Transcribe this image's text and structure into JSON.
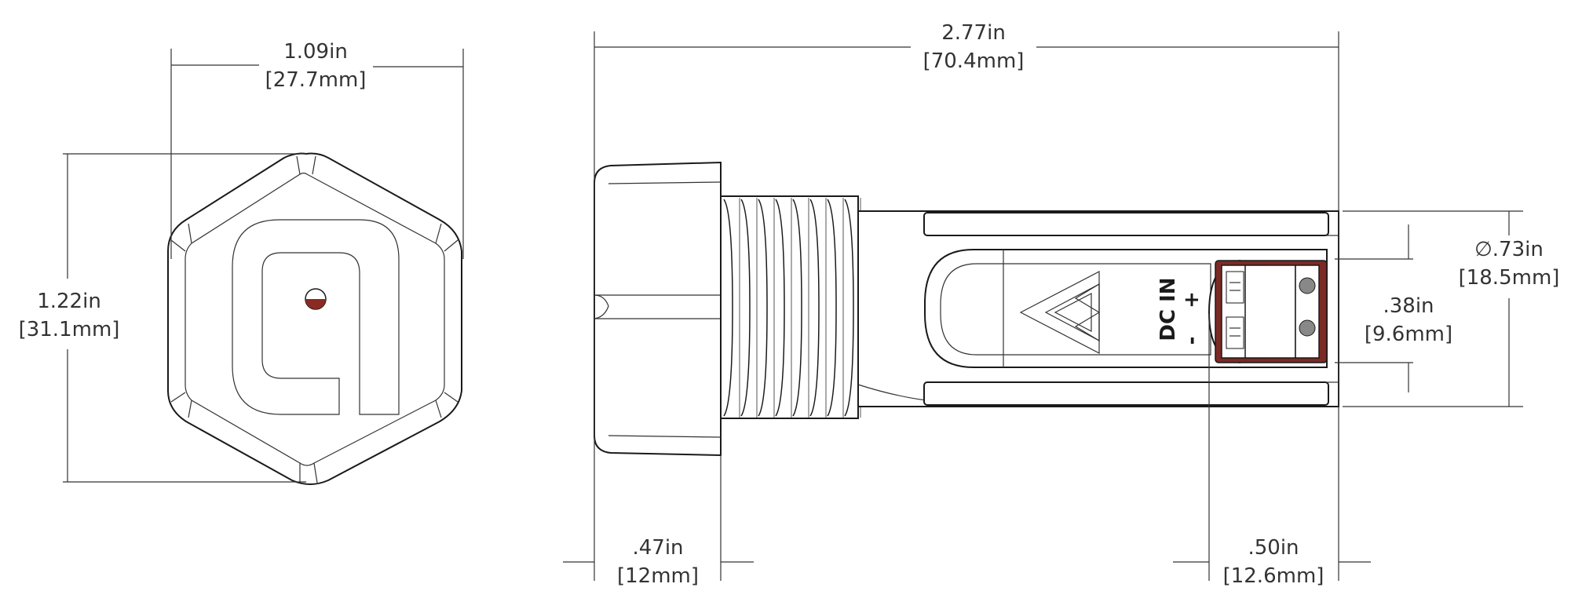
{
  "dimensions": {
    "hex_width": {
      "in": "1.09in",
      "mm": "[27.7mm]"
    },
    "hex_height": {
      "in": "1.22in",
      "mm": "[31.1mm]"
    },
    "overall_length": {
      "in": "2.77in",
      "mm": "[70.4mm]"
    },
    "diameter": {
      "in": "∅.73in",
      "mm": "[18.5mm]"
    },
    "terminal_width": {
      "in": ".38in",
      "mm": "[9.6mm]"
    },
    "cap_length": {
      "in": ".47in",
      "mm": "[12mm]"
    },
    "terminal_length": {
      "in": ".50in",
      "mm": "[12.6mm]"
    }
  },
  "labels": {
    "dc_in": "DC IN",
    "plus": "+",
    "minus": "-"
  },
  "colors": {
    "line": "#1a1a1a",
    "led_red": "#8a2a22",
    "terminal_red": "#7b2a25"
  }
}
